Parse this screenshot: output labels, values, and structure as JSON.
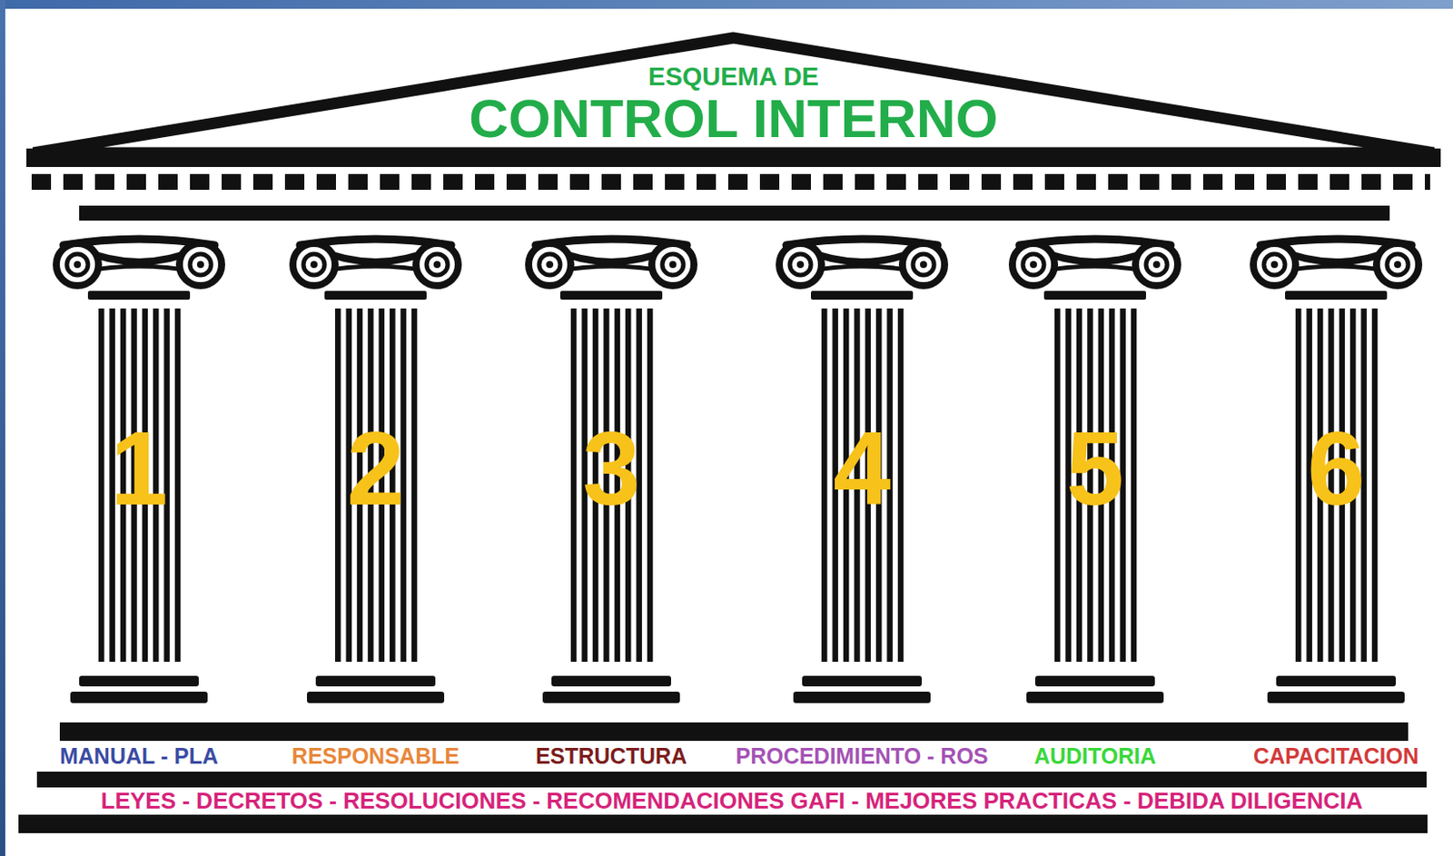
{
  "diagram": {
    "nodes": [
      {
        "text": [
          "ESQUEMA DE",
          "CONTROL INTERNO"
        ]
      },
      {
        "text": [
          "1",
          "MANUAL - PLA"
        ]
      },
      {
        "text": [
          "2",
          "RESPONSABLE"
        ]
      },
      {
        "text": [
          "3",
          "ESTRUCTURA"
        ]
      },
      {
        "text": [
          "4",
          "PROCEDIMIENTO - ROS"
        ]
      },
      {
        "text": [
          "5",
          "AUDITORIA"
        ]
      },
      {
        "text": [
          "6",
          "CAPACITACION"
        ]
      },
      {
        "text": [
          "LEYES - DECRETOS - RESOLUCIONES - RECOMENDACIONES GAFI - MEJORES PRACTICAS - DEBIDA DILIGENCIA"
        ]
      }
    ]
  }
}
